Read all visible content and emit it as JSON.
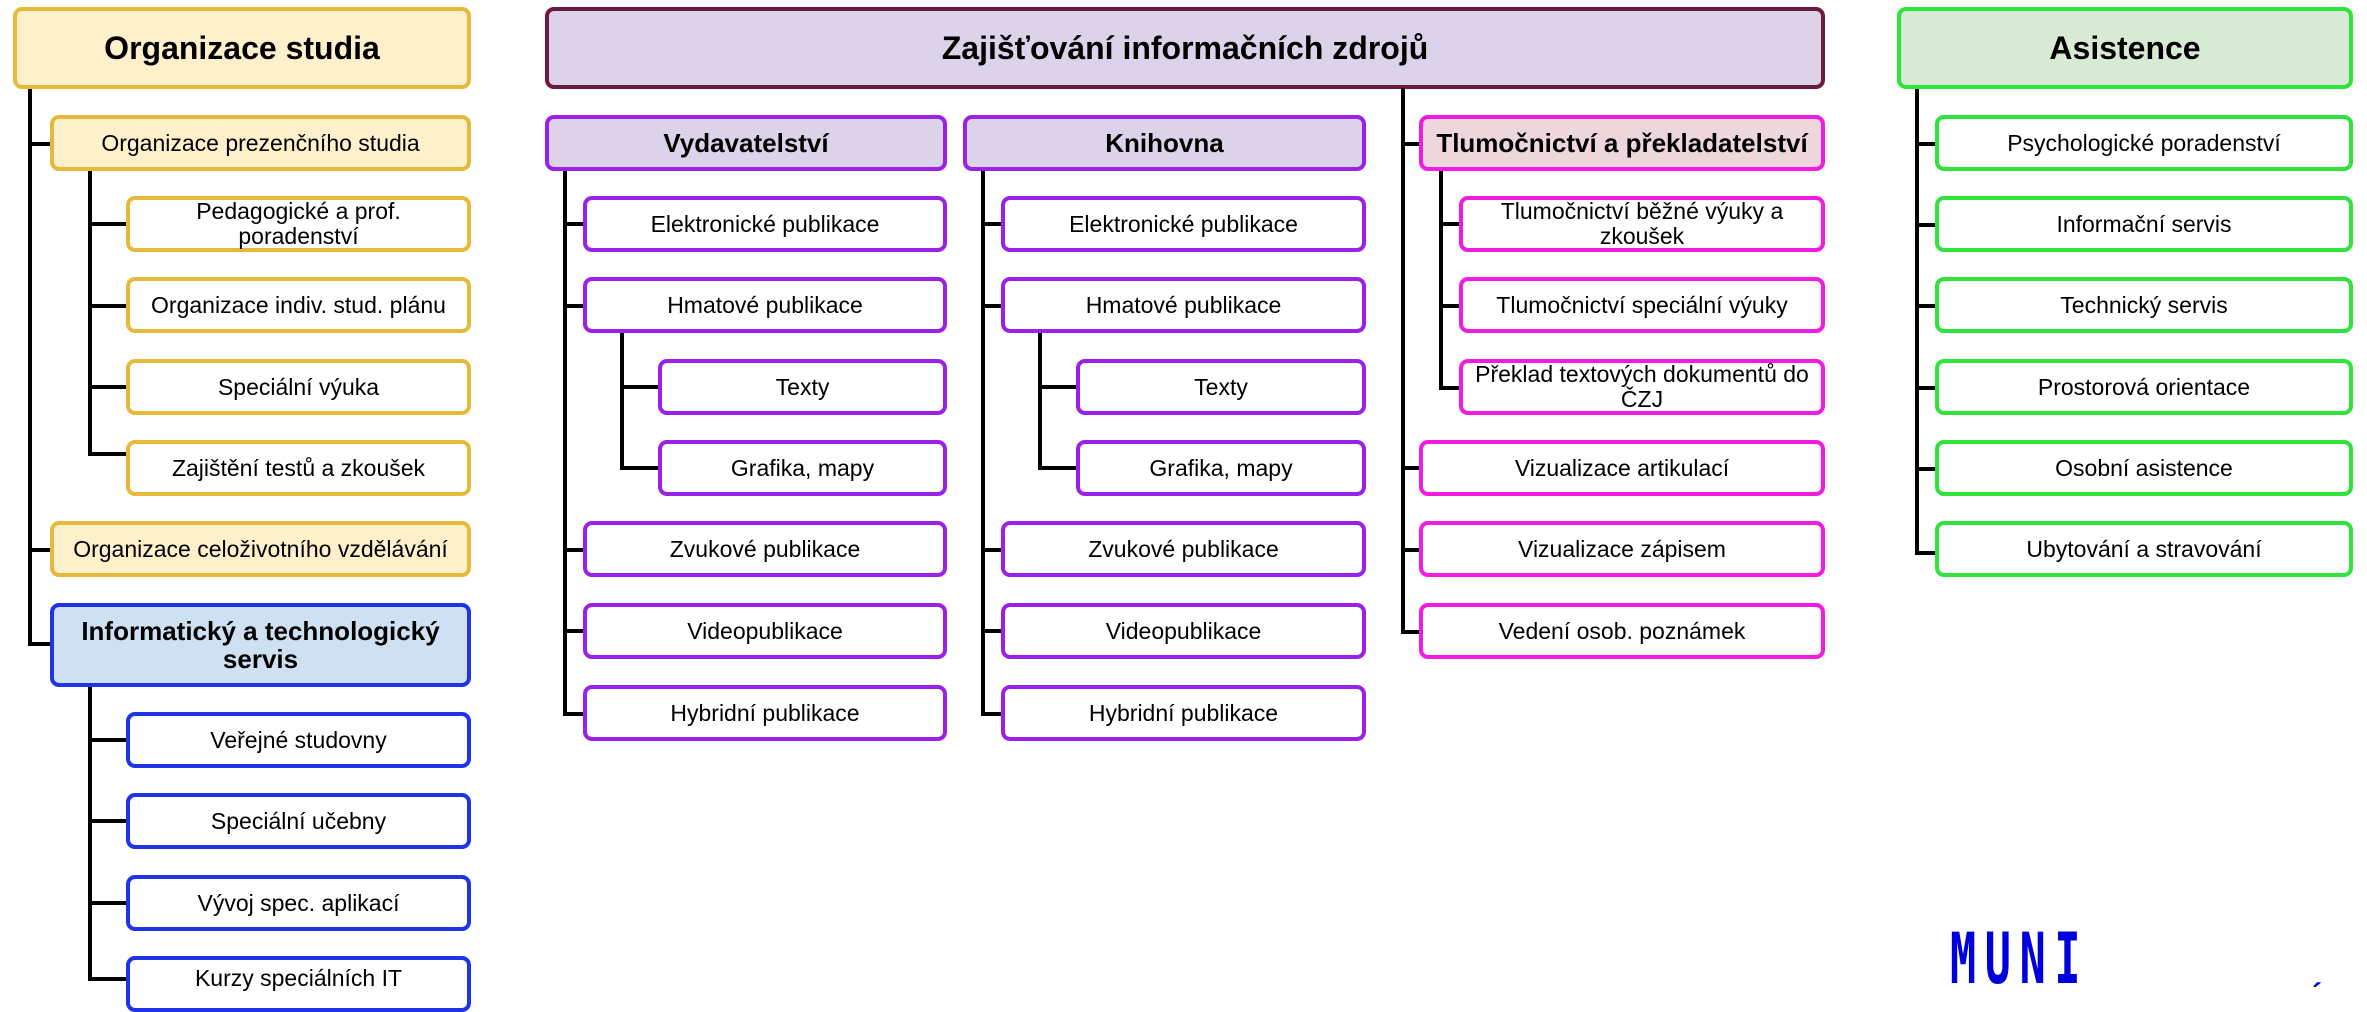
{
  "columns": [
    {
      "id": "org",
      "title": "Organizace studia",
      "colors": {
        "border": "#e7b93b",
        "fill": "#fff0cc"
      },
      "children": [
        {
          "label": "Organizace prezenčního studia"
        },
        {
          "label": "Pedagogické a prof. poradenství"
        },
        {
          "label": "Organizace indiv. stud. plánu"
        },
        {
          "label": "Speciální výuka"
        },
        {
          "label": "Zajištění testů a zkoušek"
        },
        {
          "label": "Organizace celoživotního vzdělávání"
        }
      ],
      "it_group": {
        "title": "Informatický a technologický servis",
        "colors": {
          "border": "#1f34e6",
          "fill": "#cfe0f3"
        },
        "children": [
          {
            "label": "Veřejné studovny"
          },
          {
            "label": "Speciální učebny"
          },
          {
            "label": "Vývoj spec. aplikací"
          },
          {
            "label": "Kurzy speciálních IT"
          }
        ]
      }
    },
    {
      "id": "info",
      "title": "Zajišťování informačních zdrojů",
      "colors": {
        "border": "#6e1a3e",
        "fill": "#dcd3ea"
      },
      "groups": [
        {
          "title": "Vydavatelství",
          "colors": {
            "border": "#9a22e6",
            "fill": "#dcd3ea"
          },
          "children": [
            {
              "label": "Elektronické publikace"
            },
            {
              "label": "Hmatové publikace"
            },
            {
              "label": "Texty"
            },
            {
              "label": "Grafika, mapy"
            },
            {
              "label": "Zvukové publikace"
            },
            {
              "label": "Videopublikace"
            },
            {
              "label": "Hybridní publikace"
            }
          ]
        },
        {
          "title": "Knihovna",
          "colors": {
            "border": "#9a22e6",
            "fill": "#dcd3ea"
          },
          "children": [
            {
              "label": "Elektronické publikace"
            },
            {
              "label": "Hmatové publikace"
            },
            {
              "label": "Texty"
            },
            {
              "label": "Grafika, mapy"
            },
            {
              "label": "Zvukové publikace"
            },
            {
              "label": "Videopublikace"
            },
            {
              "label": "Hybridní publikace"
            }
          ]
        },
        {
          "title": "Tlumočnictví a překladatelství",
          "colors": {
            "border": "#f21ce0",
            "fill": "#eed7dc"
          },
          "children": [
            {
              "label": "Tlumočnictví běžné výuky a zkoušek"
            },
            {
              "label": "Tlumočnictví speciální výuky"
            },
            {
              "label": "Překlad textových dokumentů do ČZJ"
            }
          ],
          "extra": [
            {
              "label": "Vizualizace artikulací"
            },
            {
              "label": "Vizualizace zápisem"
            },
            {
              "label": "Vedení osob. poznámek"
            }
          ]
        }
      ]
    },
    {
      "id": "asist",
      "title": "Asistence",
      "colors": {
        "border": "#2ee43a",
        "fill": "#d8ead3"
      },
      "children": [
        {
          "label": "Psychologické poradenství"
        },
        {
          "label": "Informační servis"
        },
        {
          "label": "Technický servis"
        },
        {
          "label": "Prostorová orientace"
        },
        {
          "label": "Osobní asistence"
        },
        {
          "label": "Ubytování a stravování"
        }
      ]
    }
  ],
  "logo": {
    "text": "MUNI",
    "accent": "´"
  }
}
